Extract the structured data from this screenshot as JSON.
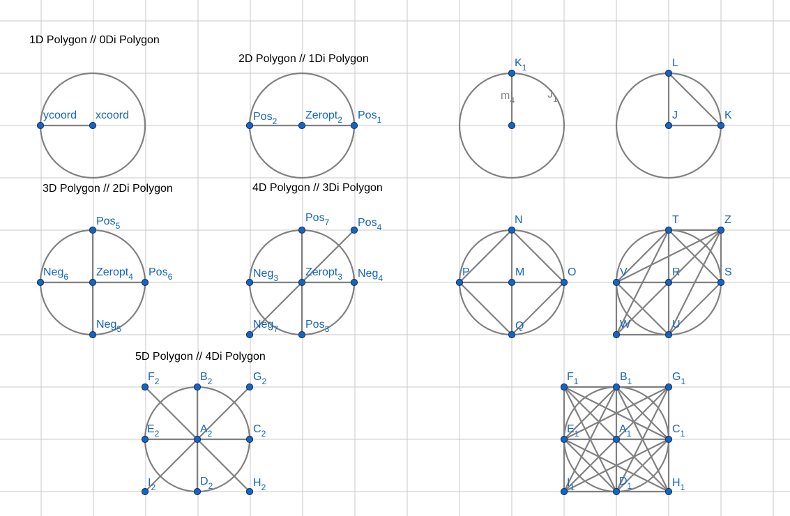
{
  "colors": {
    "grid": "#c8c8c8",
    "stroke": "#808080",
    "point_fill": "#1565c0",
    "point_edge": "#0d2f66",
    "label": "#1565c0",
    "text": "#000000"
  },
  "captions": [
    {
      "text": "1D Polygon // 0Di Polygon"
    },
    {
      "text": "2D Polygon // 1Di Polygon"
    },
    {
      "text": "3D Polygon // 2Di Polygon"
    },
    {
      "text": "4D Polygon // 3Di Polygon"
    },
    {
      "text": "5D Polygon // 4Di Polygon"
    }
  ],
  "diagrams": [
    {
      "id": "d1",
      "points": [
        {
          "id": "c",
          "label": "xcoord"
        },
        {
          "id": "l",
          "label": "ycoord"
        }
      ],
      "segments": [
        [
          "c",
          "l"
        ]
      ],
      "labels": []
    },
    {
      "id": "d2",
      "points": [
        {
          "id": "c",
          "label": "Zeropt",
          "sub": "2"
        },
        {
          "id": "l",
          "label": "Pos",
          "sub": "2"
        },
        {
          "id": "r",
          "label": "Pos",
          "sub": "1"
        }
      ],
      "segments": [
        [
          "c",
          "l"
        ],
        [
          "c",
          "r"
        ]
      ],
      "labels": []
    },
    {
      "id": "d3",
      "points": [
        {
          "id": "c",
          "label": ""
        },
        {
          "id": "t",
          "label": "K",
          "sub": "1"
        }
      ],
      "segments": [
        [
          "c",
          "t"
        ]
      ],
      "labels": [
        {
          "id": "seg",
          "label": "m",
          "sub": "4",
          "color": "#808080"
        },
        {
          "id": "arc",
          "label": "J",
          "sub": "1",
          "color": "#808080"
        }
      ]
    },
    {
      "id": "d4",
      "points": [
        {
          "id": "c",
          "label": "J"
        },
        {
          "id": "t",
          "label": "L"
        },
        {
          "id": "r",
          "label": "K"
        }
      ],
      "segments": [
        [
          "c",
          "t"
        ],
        [
          "c",
          "r"
        ],
        [
          "t",
          "r"
        ]
      ],
      "labels": []
    },
    {
      "id": "d5",
      "points": [
        {
          "id": "c",
          "label": "Zeropt",
          "sub": "4"
        },
        {
          "id": "t",
          "label": "Pos",
          "sub": "5"
        },
        {
          "id": "b",
          "label": "Neg",
          "sub": "5"
        },
        {
          "id": "l",
          "label": "Neg",
          "sub": "6"
        },
        {
          "id": "r",
          "label": "Pos",
          "sub": "6"
        }
      ],
      "segments": [
        [
          "c",
          "t"
        ],
        [
          "c",
          "b"
        ],
        [
          "c",
          "l"
        ],
        [
          "c",
          "r"
        ]
      ],
      "labels": []
    },
    {
      "id": "d6",
      "points": [
        {
          "id": "c",
          "label": "Zeropt",
          "sub": "3"
        },
        {
          "id": "t",
          "label": "Pos",
          "sub": "7"
        },
        {
          "id": "b",
          "label": "Pos",
          "sub": "3"
        },
        {
          "id": "l",
          "label": "Neg",
          "sub": "3"
        },
        {
          "id": "r",
          "label": "Neg",
          "sub": "4"
        },
        {
          "id": "tr",
          "label": "Pos",
          "sub": "4"
        },
        {
          "id": "bl",
          "label": "Neg",
          "sub": "7"
        }
      ],
      "segments": [
        [
          "c",
          "t"
        ],
        [
          "c",
          "b"
        ],
        [
          "c",
          "l"
        ],
        [
          "c",
          "r"
        ],
        [
          "tr",
          "bl"
        ]
      ],
      "labels": []
    },
    {
      "id": "d7",
      "points": [
        {
          "id": "c",
          "label": "M"
        },
        {
          "id": "t",
          "label": "N"
        },
        {
          "id": "b",
          "label": "Q"
        },
        {
          "id": "l",
          "label": "P"
        },
        {
          "id": "r",
          "label": "O"
        }
      ],
      "segments": [
        [
          "t",
          "b"
        ],
        [
          "l",
          "r"
        ],
        [
          "t",
          "l"
        ],
        [
          "t",
          "r"
        ],
        [
          "b",
          "l"
        ],
        [
          "b",
          "r"
        ]
      ],
      "labels": []
    },
    {
      "id": "d8",
      "points": [
        {
          "id": "c",
          "label": "R"
        },
        {
          "id": "t",
          "label": "T"
        },
        {
          "id": "b",
          "label": "U"
        },
        {
          "id": "l",
          "label": "V"
        },
        {
          "id": "r",
          "label": "S"
        },
        {
          "id": "tr",
          "label": "Z"
        },
        {
          "id": "bl",
          "label": "W"
        }
      ],
      "segments": [
        [
          "t",
          "b"
        ],
        [
          "l",
          "r"
        ],
        [
          "t",
          "tr"
        ],
        [
          "tr",
          "r"
        ],
        [
          "l",
          "bl"
        ],
        [
          "bl",
          "b"
        ],
        [
          "t",
          "l"
        ],
        [
          "t",
          "r"
        ],
        [
          "b",
          "l"
        ],
        [
          "b",
          "r"
        ],
        [
          "tr",
          "bl"
        ],
        [
          "t",
          "bl"
        ],
        [
          "tr",
          "b"
        ],
        [
          "tr",
          "l"
        ]
      ],
      "labels": []
    },
    {
      "id": "d9",
      "points": [
        {
          "id": "c",
          "label": "A",
          "sub": "2"
        },
        {
          "id": "t",
          "label": "B",
          "sub": "2"
        },
        {
          "id": "b",
          "label": "D",
          "sub": "2"
        },
        {
          "id": "l",
          "label": "E",
          "sub": "2"
        },
        {
          "id": "r",
          "label": "C",
          "sub": "2"
        },
        {
          "id": "tl",
          "label": "F",
          "sub": "2"
        },
        {
          "id": "tr",
          "label": "G",
          "sub": "2"
        },
        {
          "id": "bl",
          "label": "I",
          "sub": "2"
        },
        {
          "id": "br",
          "label": "H",
          "sub": "2"
        }
      ],
      "segments": [
        [
          "t",
          "b"
        ],
        [
          "l",
          "r"
        ],
        [
          "tl",
          "br"
        ],
        [
          "tr",
          "bl"
        ]
      ],
      "labels": []
    },
    {
      "id": "d10",
      "points": [
        {
          "id": "c",
          "label": "A",
          "sub": "1"
        },
        {
          "id": "t",
          "label": "B",
          "sub": "1"
        },
        {
          "id": "b",
          "label": "D",
          "sub": "1"
        },
        {
          "id": "l",
          "label": "E",
          "sub": "1"
        },
        {
          "id": "r",
          "label": "C",
          "sub": "1"
        },
        {
          "id": "tl",
          "label": "F",
          "sub": "1"
        },
        {
          "id": "tr",
          "label": "G",
          "sub": "1"
        },
        {
          "id": "bl",
          "label": "I",
          "sub": "1"
        },
        {
          "id": "br",
          "label": "H",
          "sub": "1"
        }
      ],
      "segments": [
        [
          "t",
          "b"
        ],
        [
          "l",
          "r"
        ],
        [
          "tl",
          "tr"
        ],
        [
          "tr",
          "br"
        ],
        [
          "br",
          "bl"
        ],
        [
          "bl",
          "tl"
        ],
        [
          "tl",
          "r"
        ],
        [
          "tl",
          "b"
        ],
        [
          "tl",
          "br"
        ],
        [
          "tr",
          "l"
        ],
        [
          "tr",
          "b"
        ],
        [
          "tr",
          "bl"
        ],
        [
          "bl",
          "t"
        ],
        [
          "bl",
          "r"
        ],
        [
          "br",
          "t"
        ],
        [
          "br",
          "l"
        ],
        [
          "t",
          "l"
        ],
        [
          "t",
          "r"
        ],
        [
          "b",
          "l"
        ],
        [
          "b",
          "r"
        ]
      ],
      "labels": []
    }
  ]
}
